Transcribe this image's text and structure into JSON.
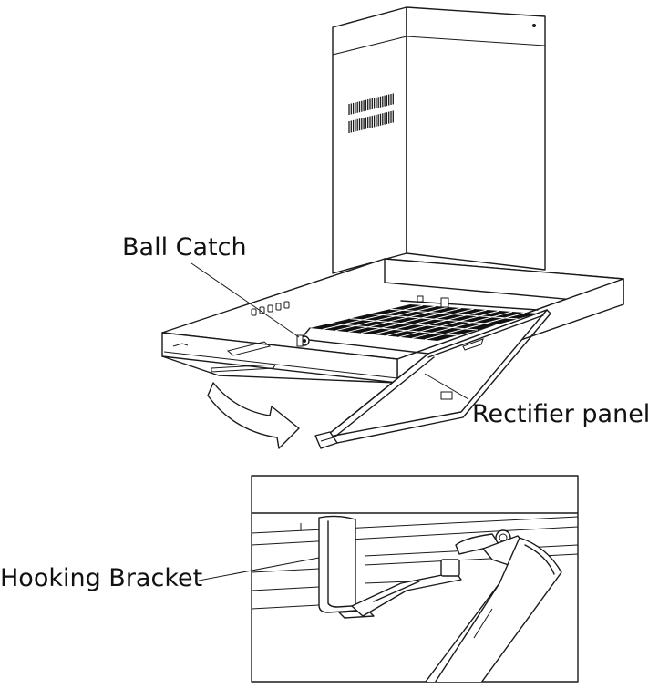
{
  "labels": {
    "ball_catch": "Ball Catch",
    "rectifier_panel": "Rectifier panel",
    "hooking_bracket": "Hooking Bracket"
  },
  "colors": {
    "line": "#1a1a1a",
    "background": "#ffffff"
  }
}
